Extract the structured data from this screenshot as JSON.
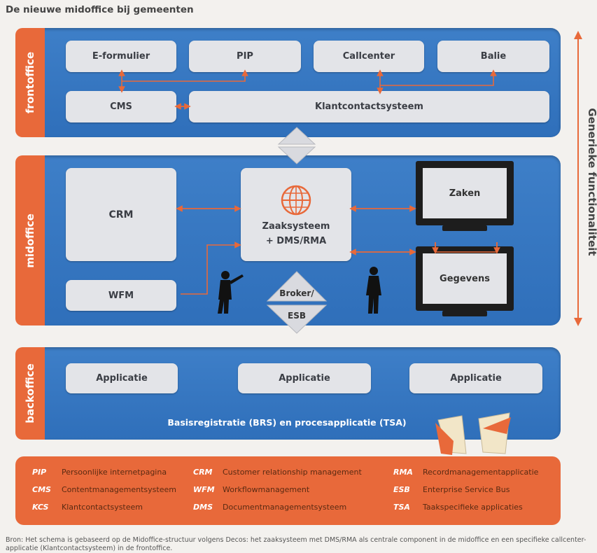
{
  "title": "De nieuwe midoffice bij gemeenten",
  "sections": {
    "frontoffice": "frontoffice",
    "midoffice": "midoffice",
    "backoffice": "backoffice"
  },
  "front": {
    "eformulier": "E-formulier",
    "pip": "PIP",
    "callcenter": "Callcenter",
    "balie": "Balie",
    "cms": "CMS",
    "kcs": "Klantcontactsysteem"
  },
  "mid": {
    "crm": "CRM",
    "wfm": "WFM",
    "zaaksysteem": "Zaaksysteem",
    "dmsrma": "+ DMS/RMA",
    "zaken": "Zaken",
    "gegevens": "Gegevens",
    "broker": "Broker/",
    "esb": "ESB"
  },
  "back": {
    "app1": "Applicatie",
    "app2": "Applicatie",
    "app3": "Applicatie",
    "basis": "Basisregistratie (BRS) en procesapplicatie (TSA)"
  },
  "side_label": "Generieke functionaliteit",
  "legend": [
    {
      "abbr": "PIP",
      "text": "Persoonlijke internetpagina"
    },
    {
      "abbr": "CMS",
      "text": "Contentmanagementsysteem"
    },
    {
      "abbr": "KCS",
      "text": "Klantcontactsysteem"
    },
    {
      "abbr": "CRM",
      "text": "Customer relationship management"
    },
    {
      "abbr": "WFM",
      "text": "Workflowmanagement"
    },
    {
      "abbr": "DMS",
      "text": "Documentmanagementsysteem"
    },
    {
      "abbr": "RMA",
      "text": "Recordmanagementapplicatie"
    },
    {
      "abbr": "ESB",
      "text": "Enterprise Service Bus"
    },
    {
      "abbr": "TSA",
      "text": "Taakspecifieke applicaties"
    }
  ],
  "source": "Bron: Het schema is gebaseerd op de Midoffice-structuur volgens Decos: het zaaksysteem met DMS/RMA als centrale component in de midoffice en een specifieke callcenter-applicatie (Klantcontactsysteem) in de frontoffice.",
  "colors": {
    "panel": "#3478c4",
    "accent": "#e8693a",
    "box": "#e3e4e8"
  }
}
